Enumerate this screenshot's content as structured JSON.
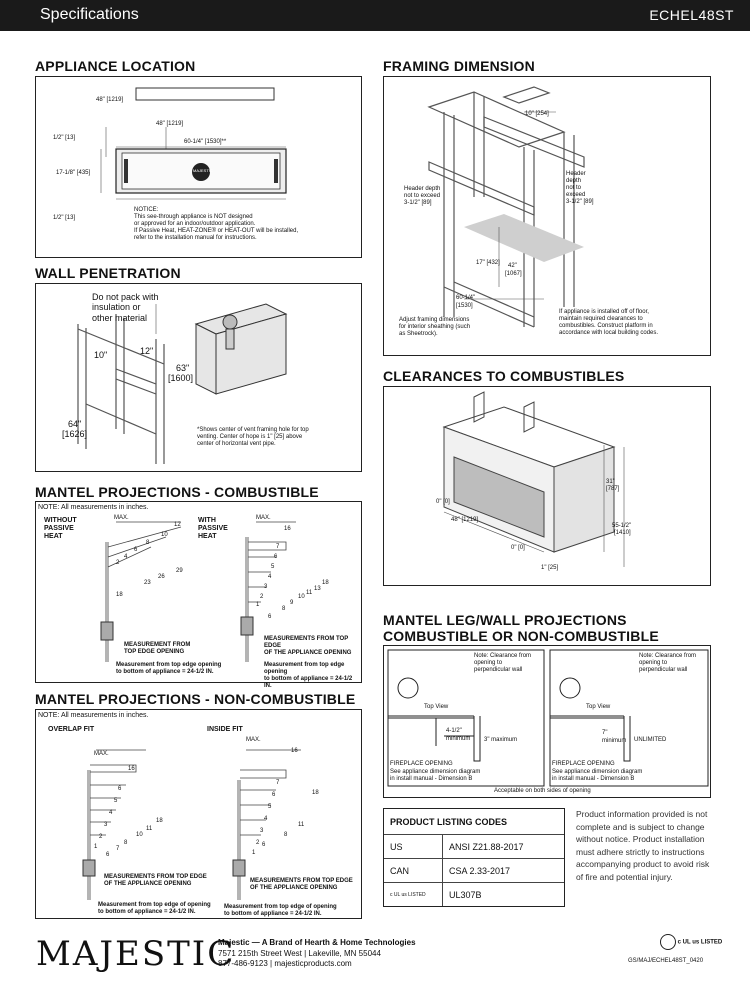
{
  "header": {
    "title": "Specifications",
    "model": "ECHEL48ST"
  },
  "appliance_location": {
    "title": "APPLIANCE LOCATION",
    "dims": [
      "48\" [1219]",
      "48\" [1219]",
      "60-1/4\" [1530]**",
      "1/2\" [13]",
      "17-1/8\" [435]",
      "1/2\" [13]"
    ],
    "logo": "MAJESTIC",
    "notice": [
      "NOTICE:",
      "This see-through appliance is NOT designed",
      "or approved for an indoor/outdoor application.",
      "If Passive Heat, HEAT-ZONE® or HEAT-OUT will be installed,",
      "refer to the installation manual for instructions."
    ]
  },
  "framing": {
    "title": "FRAMING DIMENSION",
    "dims": [
      "10\" [254]",
      "17\" [432]",
      "42\"",
      "[1067]",
      "60-1/4\"",
      "[1530]"
    ],
    "header_left": [
      "Header depth",
      "not to exceed",
      "3-1/2\" [89]"
    ],
    "header_right": [
      "Header",
      "depth",
      "not to",
      "exceed",
      "3-1/2\" [89]"
    ],
    "note_left": [
      "Adjust framing dimensions",
      "for interior sheathing (such",
      "as Sheetrock)."
    ],
    "note_right": [
      "If appliance is installed off of floor,",
      "maintain required clearances to",
      "combustibles. Construct platform in",
      "accordance with local building codes."
    ]
  },
  "wall_penetration": {
    "title": "WALL PENETRATION",
    "do_not_pack": [
      "Do not pack with",
      "insulation or",
      "other material"
    ],
    "dims": [
      "10\"",
      "12\"",
      "63\"",
      "[1600]",
      "64\"",
      "[1626]"
    ],
    "note": [
      "*Shows center of vent framing hole for top",
      "venting. Center of hope is 1\" [25] above",
      "center of horizontal vent pipe."
    ]
  },
  "clearances": {
    "title": "CLEARANCES TO COMBUSTIBLES",
    "dims": [
      "31\"",
      "[787]",
      "55-1/2\"",
      "[1410]",
      "0\" [0]",
      "48\" [1219]",
      "0\" [0]",
      "1\" [25]"
    ]
  },
  "mantel_comb": {
    "title": "MANTEL PROJECTIONS - COMBUSTIBLE",
    "note": "NOTE:  All measurements in inches.",
    "left_label": [
      "WITHOUT",
      "PASSIVE",
      "HEAT"
    ],
    "right_label": [
      "WITH",
      "PASSIVE",
      "HEAT"
    ],
    "max": "MAX.",
    "left_values": [
      "12",
      "10",
      "8",
      "6",
      "4",
      "2",
      "18",
      "23",
      "26",
      "29"
    ],
    "right_values": [
      "16",
      "7",
      "6",
      "5",
      "4",
      "3",
      "2",
      "1",
      "6",
      "8",
      "9",
      "10",
      "11",
      "13",
      "18"
    ],
    "meas_left": [
      "MEASUREMENT FROM",
      "TOP EDGE OPENING"
    ],
    "meas_right": [
      "MEASUREMENTS FROM TOP EDGE",
      "OF THE APPLIANCE OPENING"
    ],
    "bottom_note": [
      "Measurement from top edge opening",
      "to bottom of appliance = 24-1/2 IN."
    ]
  },
  "mantel_noncomb": {
    "title": "MANTEL PROJECTIONS - NON-COMBUSTIBLE",
    "note": "NOTE:  All measurements in inches.",
    "overlap": "OVERLAP FIT",
    "inside": "INSIDE FIT",
    "max": "MAX.",
    "left_values": [
      "16",
      "6",
      "5",
      "4",
      "3",
      "2",
      "1",
      "6",
      "7",
      "8",
      "10",
      "11",
      "18"
    ],
    "right_values": [
      "16",
      "7",
      "6",
      "5",
      "4",
      "3",
      "2",
      "1",
      "6",
      "8",
      "11",
      "18"
    ],
    "meas": [
      "MEASUREMENTS FROM TOP EDGE",
      "OF THE APPLIANCE OPENING"
    ],
    "bottom_note": [
      "Measurement from top edge of opening",
      "to bottom of appliance = 24-1/2 IN."
    ]
  },
  "mantel_leg": {
    "title_1": "MANTEL LEG/WALL PROJECTIONS",
    "title_2": "COMBUSTIBLE OR NON-COMBUSTIBLE",
    "clear_note": [
      "Note: Clearance from",
      "opening to",
      "perpendicular wall"
    ],
    "top_view": "Top View",
    "left_dims": [
      "4-1/2\"",
      "minimum",
      "3\" maximum"
    ],
    "right_dims": [
      "7\"",
      "minimum",
      "UNLIMITED"
    ],
    "fireplace": "FIREPLACE OPENING",
    "see_diagram": [
      "See appliance dimension diagram",
      "in install manual - Dimension B"
    ],
    "both_sides": "Acceptable on both sides of opening"
  },
  "codes": {
    "title": "PRODUCT LISTING CODES",
    "rows": [
      [
        "US",
        "ANSI Z21.88-2017"
      ],
      [
        "CAN",
        "CSA 2.33-2017"
      ],
      [
        "c UL us LISTED",
        "UL307B"
      ]
    ]
  },
  "disclaimer": [
    "Product information provided is not",
    "complete and is subject to change",
    "without notice. Product installation",
    "must adhere strictly to instructions",
    "accompanying product to avoid risk",
    "of fire and potential injury."
  ],
  "footer": {
    "logo": "MAJESTIC",
    "brand": "Majestic — A Brand of Hearth & Home Technologies",
    "address": "7571 215th Street West | Lakeville, MN 55044",
    "contact": "877-486-9123 | majesticproducts.com",
    "ul": "c UL us LISTED",
    "code": "GS/MAJ/ECHEL48ST_0420"
  }
}
